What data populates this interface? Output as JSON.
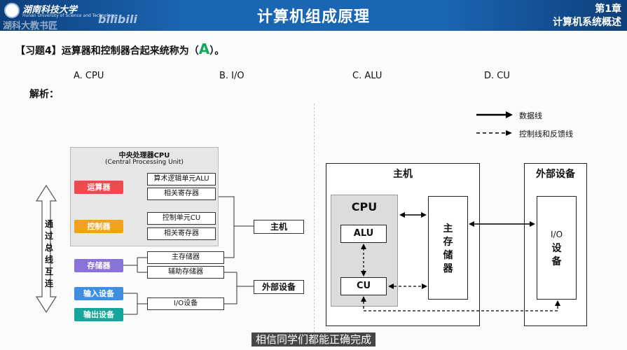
{
  "header": {
    "title": "计算机组成原理",
    "university": "湖南科技大学",
    "university_en": "Hunan University of Science and Technology",
    "watermark_channel": "湖科大教书匠",
    "watermark_site": "bilibili",
    "chapter_num": "第1章",
    "chapter_name": "计算机系统概述"
  },
  "question": {
    "prefix": "【习题4】运算器和控制器合起来统称为（",
    "answer": "A",
    "suffix": "）。",
    "options": [
      "A. CPU",
      "B. I/O",
      "C. ALU",
      "D. CU"
    ],
    "analysis_label": "解析："
  },
  "left_diagram": {
    "cpu_title": "中央处理器CPU",
    "cpu_subtitle": "(Central Processing Unit)",
    "alu_unit": "运算器",
    "alu_sub1": "算术逻辑单元ALU",
    "alu_sub2": "相关寄存器",
    "ctrl_unit": "控制器",
    "ctrl_sub1": "控制单元CU",
    "ctrl_sub2": "相关寄存器",
    "memory": "存储器",
    "mem_sub1": "主存储器",
    "mem_sub2": "辅助存储器",
    "input": "输入设备",
    "output": "输出设备",
    "io_devices": "I/O设备",
    "host": "主机",
    "external": "外部设备",
    "bus": [
      "通",
      "过",
      "总",
      "线",
      "互",
      "连"
    ]
  },
  "right_diagram": {
    "legend_data": "数据线",
    "legend_control": "控制线和反馈线",
    "host": "主机",
    "external": "外部设备",
    "cpu": "CPU",
    "alu": "ALU",
    "cu": "CU",
    "main_memory": [
      "主",
      "存",
      "储",
      "器"
    ],
    "io_label": "I/O",
    "io_device": [
      "设",
      "备"
    ]
  },
  "subtitle": "相信同学们都能正确完成",
  "colors": {
    "header_blue": "#1b66b3",
    "answer_green": "#14a65a",
    "alu_red": "#ef4a4f",
    "ctrl_orange": "#f0a21b",
    "mem_purple": "#8a73d8",
    "input_blue": "#3f8fe0",
    "output_teal": "#16a59a"
  }
}
